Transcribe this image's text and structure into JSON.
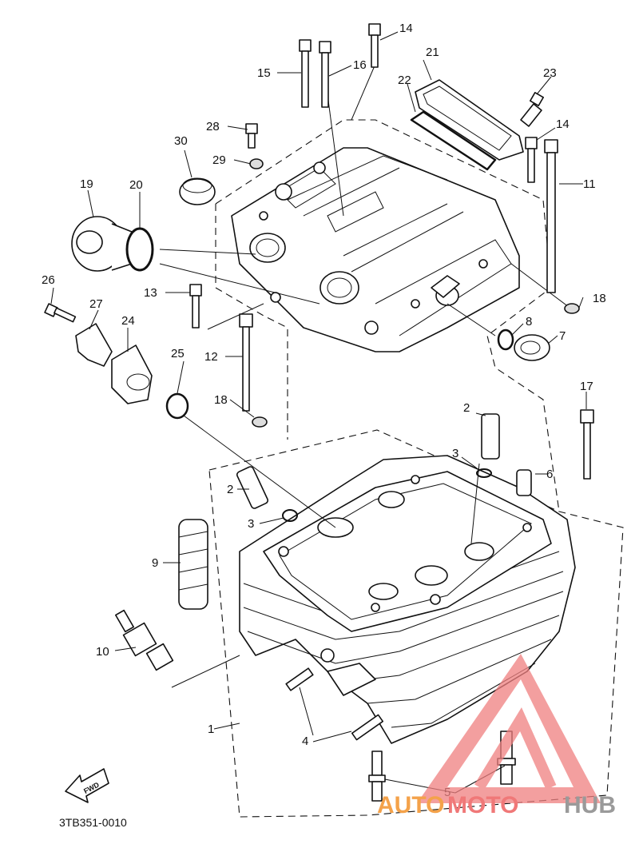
{
  "diagram": {
    "part_code": "3TB351-0010",
    "direction_label": "FWD",
    "callouts": [
      {
        "id": "c1",
        "label": "1"
      },
      {
        "id": "c2a",
        "label": "2"
      },
      {
        "id": "c2b",
        "label": "2"
      },
      {
        "id": "c3a",
        "label": "3"
      },
      {
        "id": "c3b",
        "label": "3"
      },
      {
        "id": "c4",
        "label": "4"
      },
      {
        "id": "c5",
        "label": "5"
      },
      {
        "id": "c6",
        "label": "6"
      },
      {
        "id": "c7",
        "label": "7"
      },
      {
        "id": "c8",
        "label": "8"
      },
      {
        "id": "c9",
        "label": "9"
      },
      {
        "id": "c10",
        "label": "10"
      },
      {
        "id": "c11",
        "label": "11"
      },
      {
        "id": "c12",
        "label": "12"
      },
      {
        "id": "c13",
        "label": "13"
      },
      {
        "id": "c14a",
        "label": "14"
      },
      {
        "id": "c14b",
        "label": "14"
      },
      {
        "id": "c15",
        "label": "15"
      },
      {
        "id": "c16",
        "label": "16"
      },
      {
        "id": "c17",
        "label": "17"
      },
      {
        "id": "c18a",
        "label": "18"
      },
      {
        "id": "c18b",
        "label": "18"
      },
      {
        "id": "c19",
        "label": "19"
      },
      {
        "id": "c20",
        "label": "20"
      },
      {
        "id": "c21",
        "label": "21"
      },
      {
        "id": "c22",
        "label": "22"
      },
      {
        "id": "c23",
        "label": "23"
      },
      {
        "id": "c24",
        "label": "24"
      },
      {
        "id": "c25",
        "label": "25"
      },
      {
        "id": "c26",
        "label": "26"
      },
      {
        "id": "c27",
        "label": "27"
      },
      {
        "id": "c28",
        "label": "28"
      },
      {
        "id": "c29",
        "label": "29"
      },
      {
        "id": "c30",
        "label": "30"
      }
    ]
  },
  "watermark": {
    "word_part1": "AUTO",
    "word_part2": "MOTO",
    "word_part3": "HUB",
    "color_part1": "#f4a24a",
    "color_part2": "#f07878",
    "color_part3": "#9a9a9a",
    "triangle_color": "#f08080"
  }
}
